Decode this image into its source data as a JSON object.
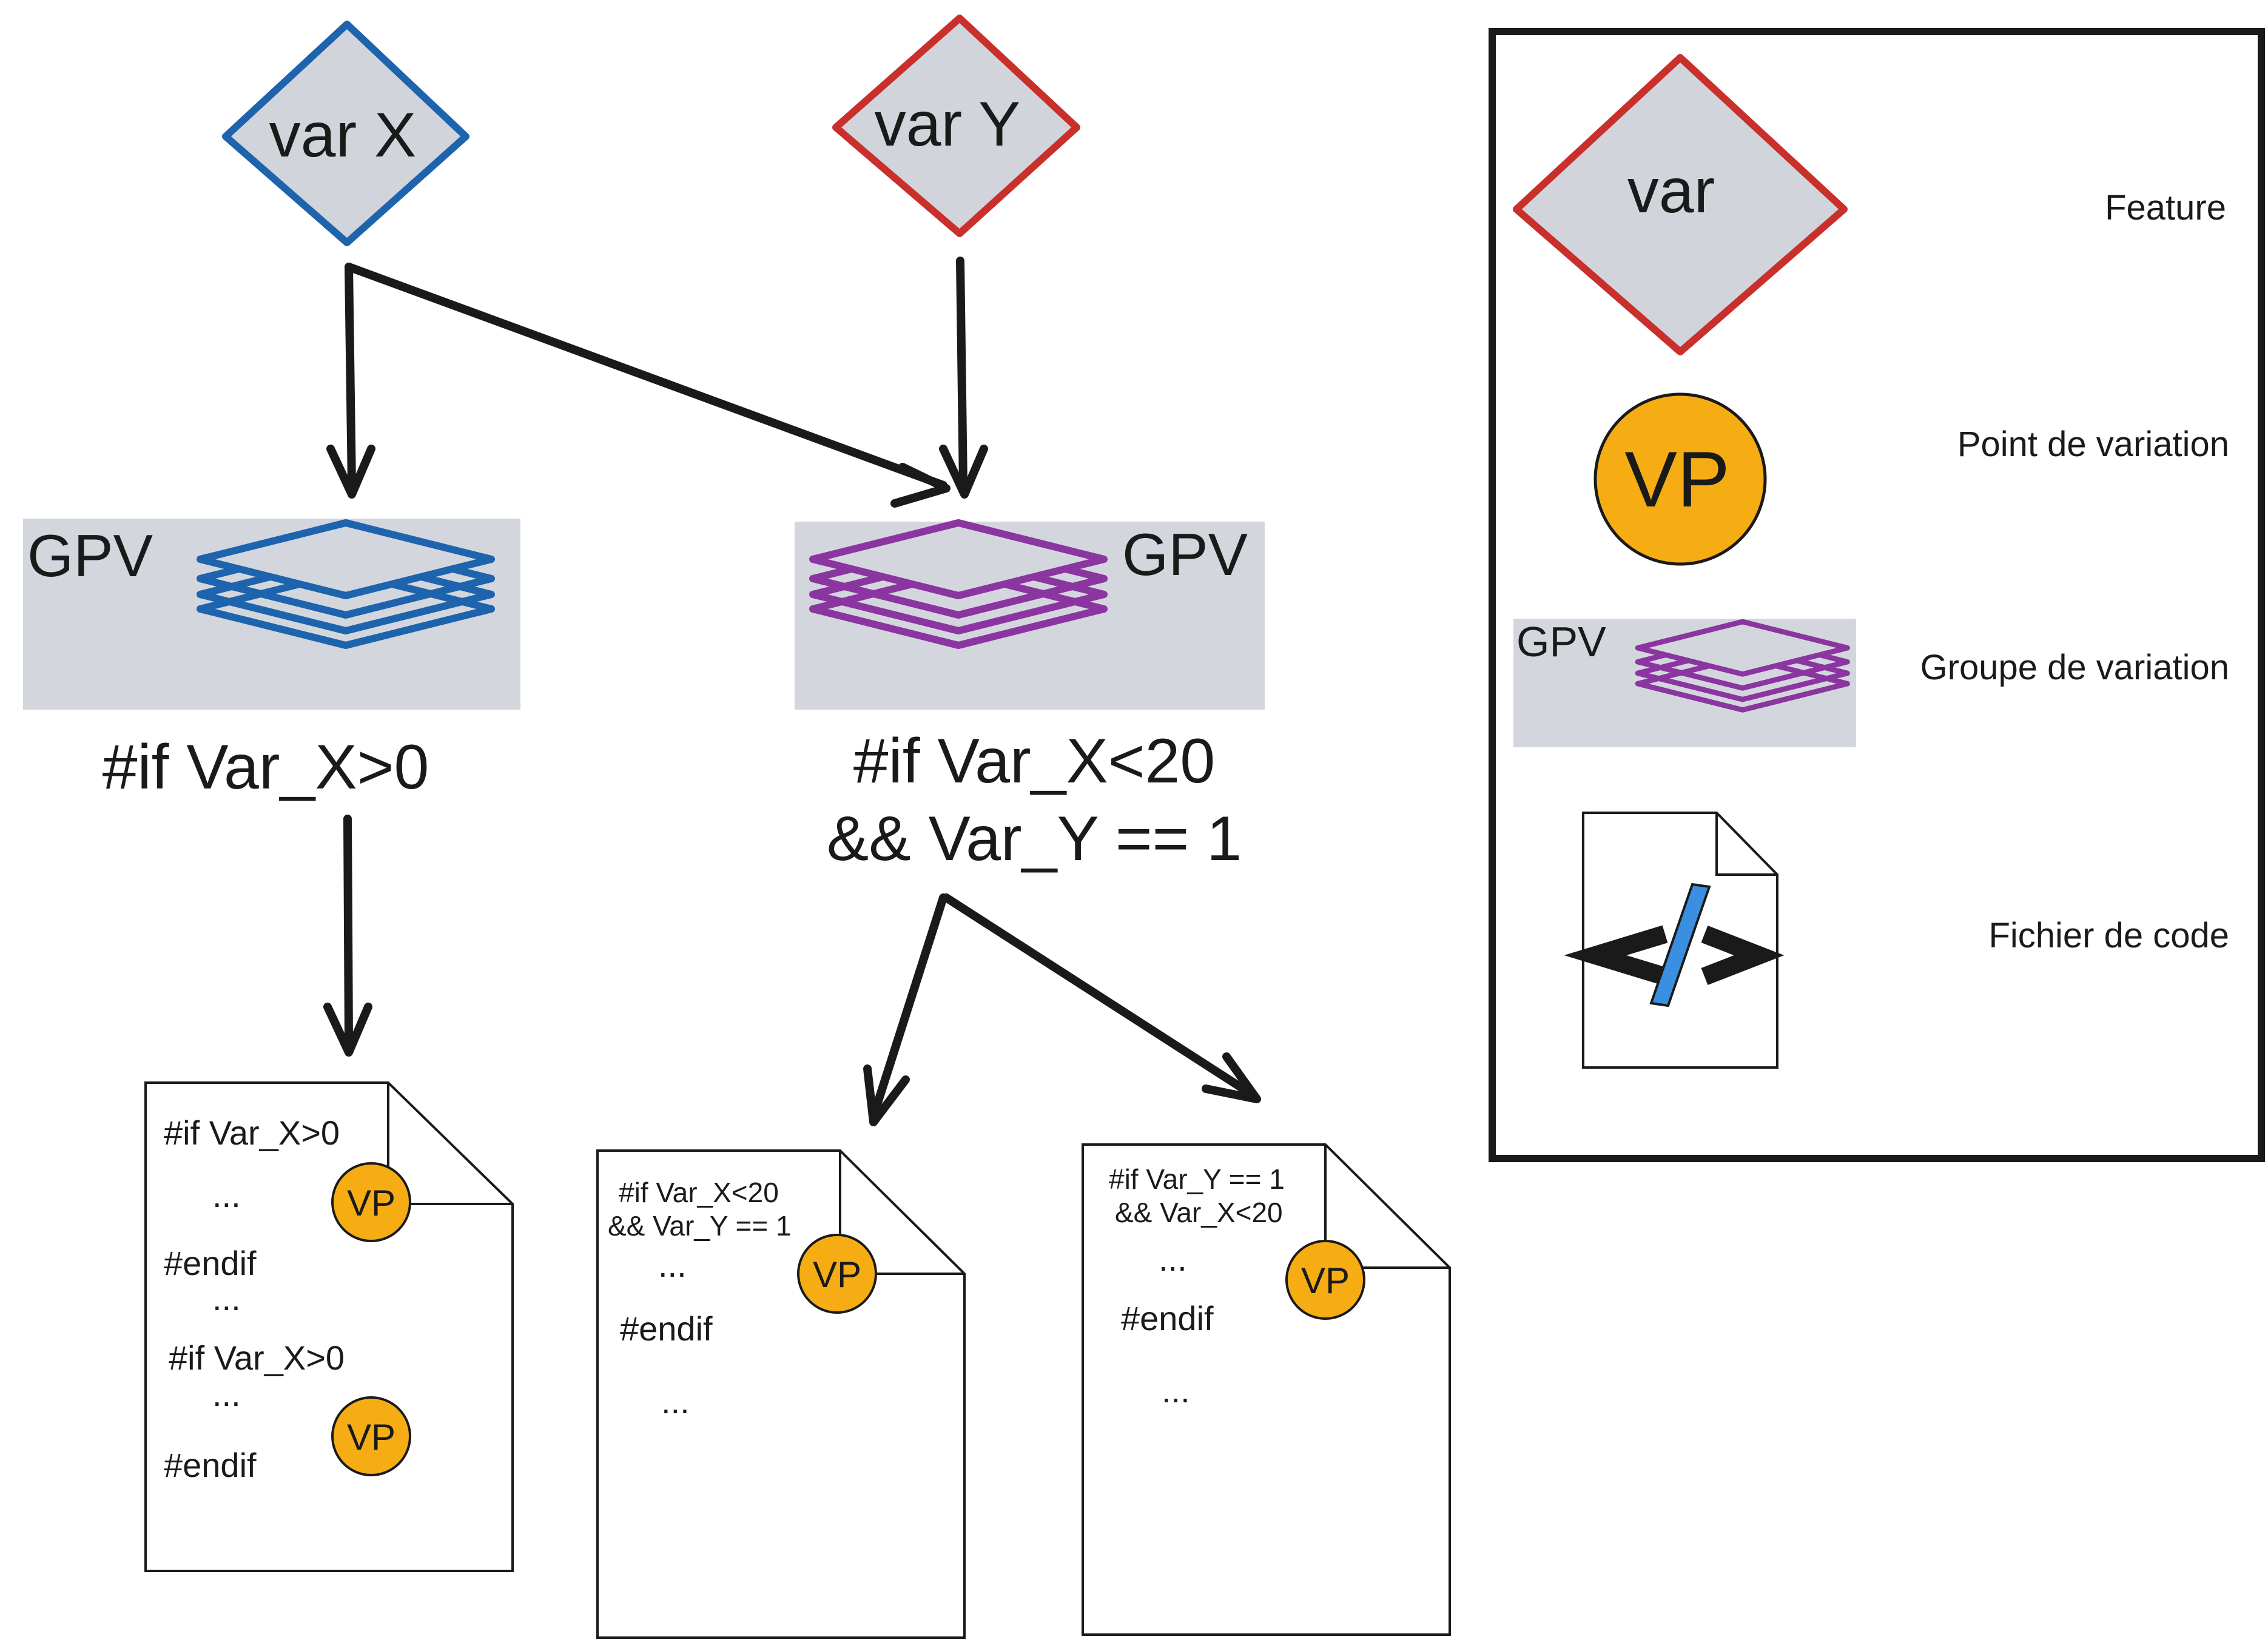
{
  "colors": {
    "feature_fill": "#d1d5db",
    "blue": "#1e63ad",
    "red": "#c9302c",
    "purple": "#8b35a0",
    "vp_fill": "#f6ad14",
    "arrow": "#1a1a1a",
    "gpv_bg": "#d3d7dd",
    "code_icon_blue": "#3a8fe0"
  },
  "features": {
    "var_x": "var X",
    "var_y": "var Y"
  },
  "groups": {
    "left": {
      "label": "GPV",
      "condition": "#if Var_X>0"
    },
    "right": {
      "label": "GPV",
      "condition_line1": "#if Var_X<20",
      "condition_line2": "&& Var_Y == 1"
    }
  },
  "files": {
    "left": {
      "line1": "#if Var_X>0",
      "line2": "...",
      "line3": "#endif",
      "line4": "...",
      "line5": "#if Var_X>0",
      "line6": "...",
      "line7": "#endif",
      "vp1": "VP",
      "vp2": "VP"
    },
    "middle": {
      "line1": "#if Var_X<20",
      "line2": "&& Var_Y == 1",
      "line3": "...",
      "line4": "#endif",
      "line5": "...",
      "vp": "VP"
    },
    "right": {
      "line1": "#if Var_Y == 1",
      "line2": "&& Var_X<20",
      "line3": "...",
      "line4": "#endif",
      "line5": "...",
      "vp": "VP"
    }
  },
  "legend": {
    "feature_symbol": "var",
    "feature_label": "Feature",
    "vp_symbol": "VP",
    "vp_label": "Point de variation",
    "gpv_symbol": "GPV",
    "gpv_label": "Groupe de variation",
    "code_label": "Fichier de code",
    "code_icon": "code-file-icon"
  }
}
